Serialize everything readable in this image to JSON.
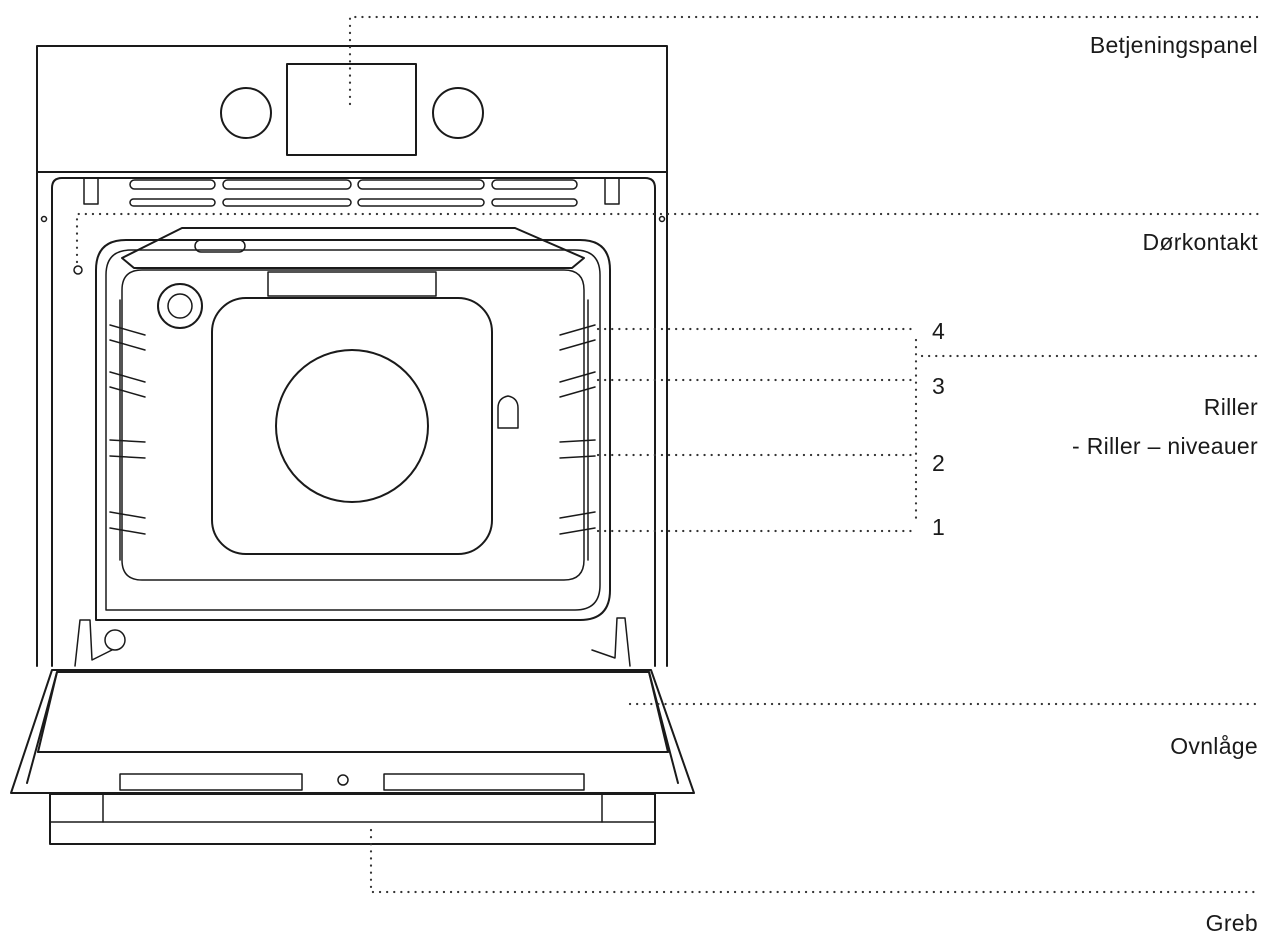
{
  "labels": {
    "control_panel": "Betjeningspanel",
    "door_contact": "Dørkontakt",
    "shelves_title": "Riller",
    "shelves_subtitle": "- Riller – niveauer",
    "oven_door": "Ovnlåge",
    "handle": "Greb"
  },
  "shelf_levels": [
    "4",
    "3",
    "2",
    "1"
  ],
  "colors": {
    "line": "#1a1a1a",
    "background": "#ffffff"
  }
}
